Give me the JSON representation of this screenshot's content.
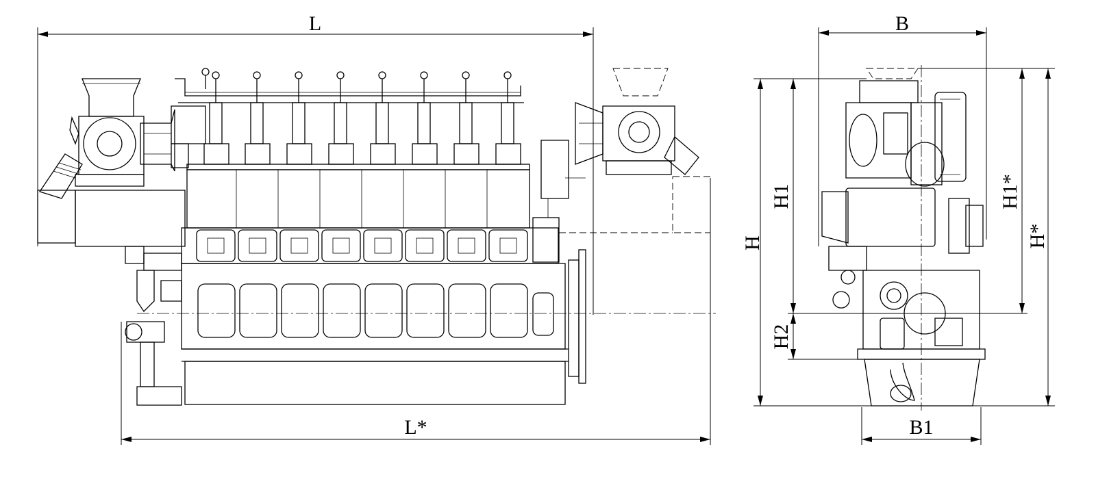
{
  "dimensions": {
    "L": "L",
    "L_star": "L*",
    "B": "B",
    "B1": "B1",
    "H": "H",
    "H_star": "H*",
    "H1": "H1",
    "H1_star": "H1*",
    "H2": "H2"
  },
  "colors": {
    "line": "#000000",
    "background": "#ffffff"
  },
  "cylinder_count": 8
}
